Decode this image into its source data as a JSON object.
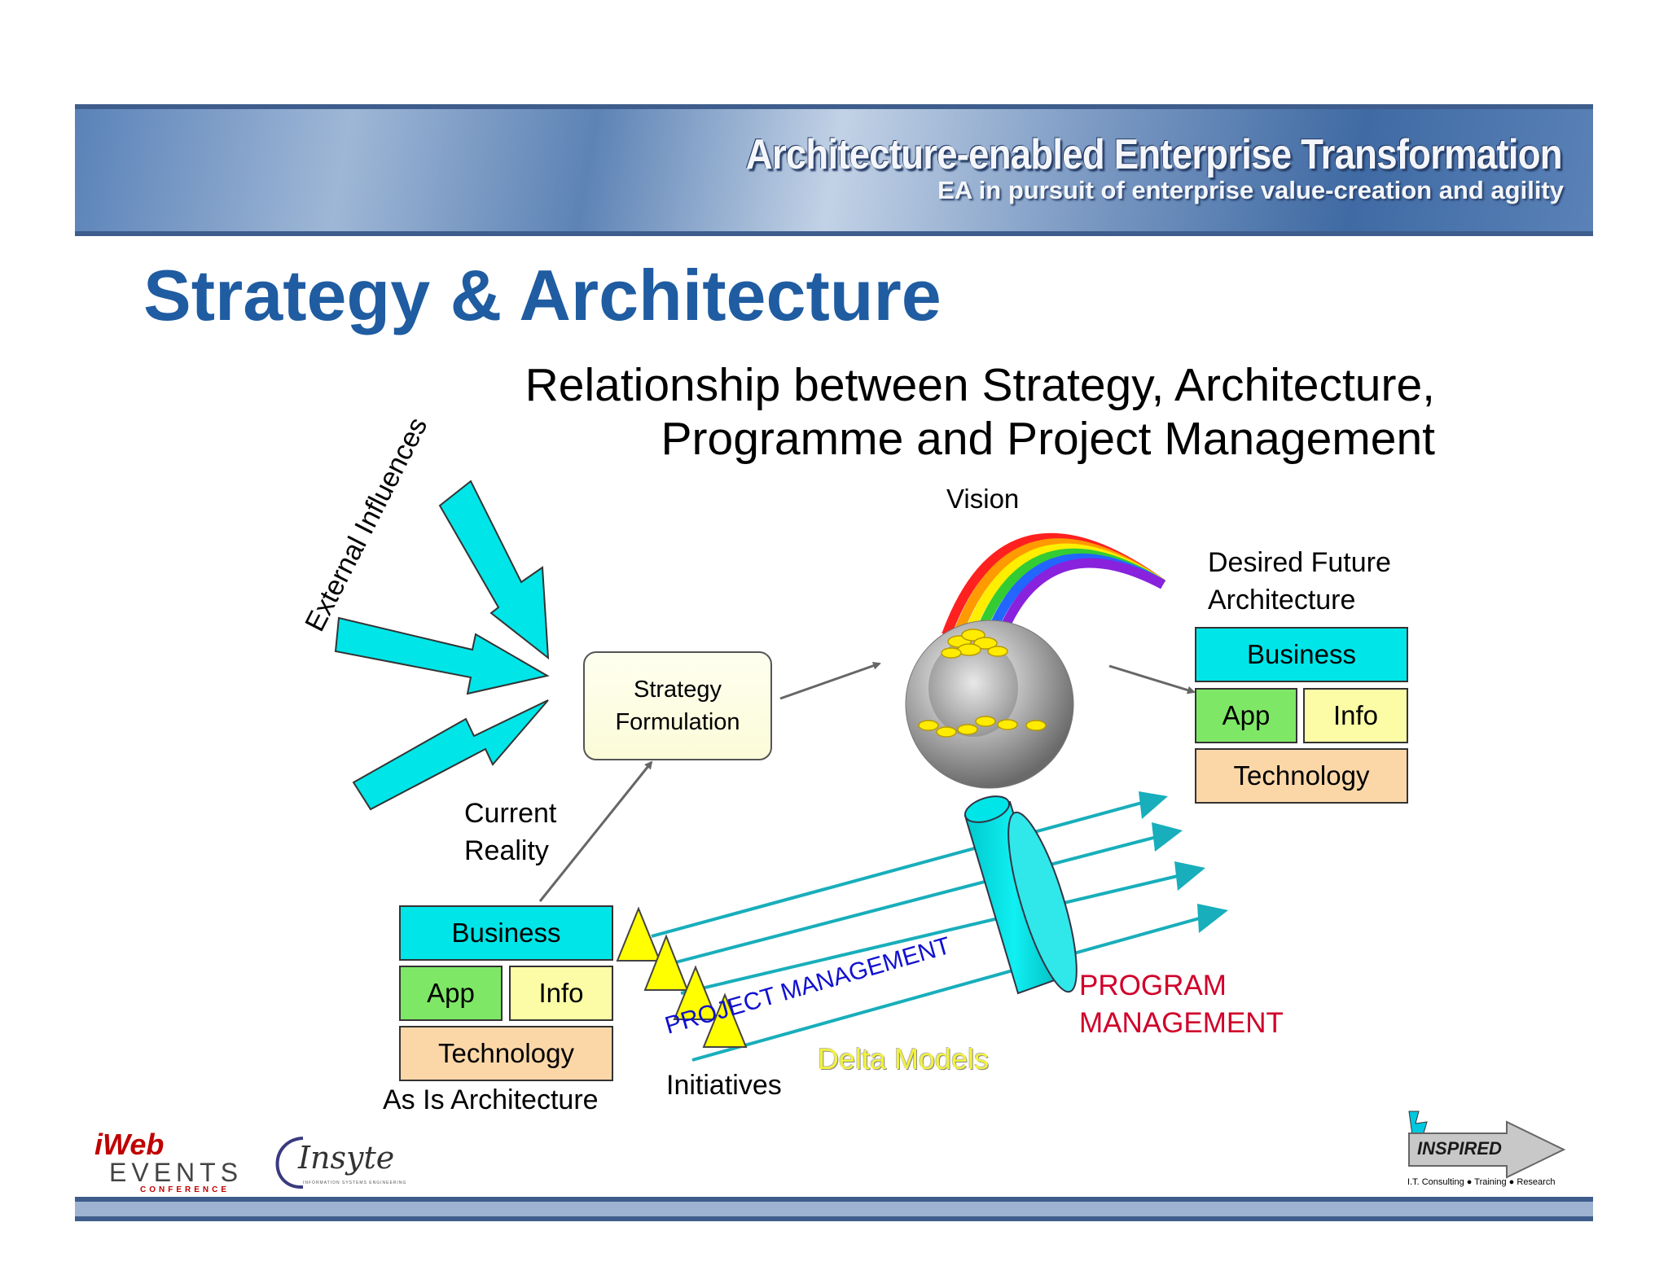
{
  "banner": {
    "title": "Architecture-enabled Enterprise Transformation",
    "subtitle": "EA in pursuit of enterprise value-creation and agility"
  },
  "slide": {
    "title": "Strategy & Architecture",
    "subtitle_line1": "Relationship between Strategy, Architecture,",
    "subtitle_line2": "Programme and Project Management"
  },
  "diagram": {
    "external_influences": "External Influences",
    "vision": "Vision",
    "strategy_formulation_line1": "Strategy",
    "strategy_formulation_line2": "Formulation",
    "current_reality_line1": "Current",
    "current_reality_line2": "Reality",
    "desired_future_line1": "Desired Future",
    "desired_future_line2": "Architecture",
    "as_is_label": "As Is Architecture",
    "initiatives": "Initiatives",
    "project_management": "PROJECT MANAGEMENT",
    "program_management_line1": "PROGRAM",
    "program_management_line2": "MANAGEMENT",
    "delta_models": "Delta Models",
    "future_stack": {
      "business": "Business",
      "app": "App",
      "info": "Info",
      "technology": "Technology"
    },
    "as_is_stack": {
      "business": "Business",
      "app": "App",
      "info": "Info",
      "technology": "Technology"
    }
  },
  "logos": {
    "iweb_1": "iWeb",
    "iweb_2": "EVENTS",
    "iweb_3": "CONFERENCE",
    "insyte": "Insyte",
    "insyte_tagline": "INFORMATION SYSTEMS ENGINEERING",
    "inspired": "INSPIRED",
    "inspired_tag_1": "I.T. Consulting",
    "inspired_tag_2": "Training",
    "inspired_tag_3": "Research"
  },
  "colors": {
    "title_blue": "#1f5ca1",
    "cyan": "#00e5e8",
    "program_red": "#d0002a",
    "project_blue": "#1010d0"
  }
}
